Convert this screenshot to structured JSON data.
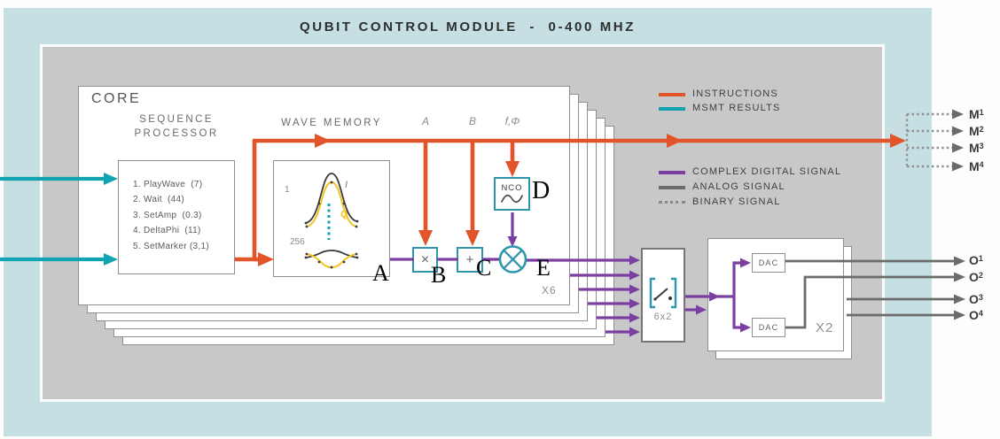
{
  "title": "QUBIT CONTROL MODULE  -  0-400 MHZ",
  "core": {
    "label": "CORE",
    "multiplicity": "X6",
    "sequence_processor": {
      "title": "SEQUENCE PROCESSOR",
      "instructions": [
        "1. PlayWave  (7)",
        "2. Wait  (44)",
        "3. SetAmp  (0.3)",
        "4. DeltaPhi  (11)",
        "5. SetMarker (3,1)"
      ]
    },
    "wave_memory": {
      "title": "WAVE MEMORY",
      "first_index": "1",
      "last_index": "256",
      "i_label": "I",
      "q_label": "Q"
    },
    "ports": {
      "a": "A",
      "b": "B",
      "f_phi": "f,Φ"
    },
    "blocks": {
      "multiply": "×",
      "add": "+",
      "nco": "NCO"
    },
    "annotations": {
      "a": "A",
      "b": "B",
      "c": "C",
      "d": "D",
      "e": "E"
    }
  },
  "switch_block": {
    "label": "6x2"
  },
  "dac_block": {
    "dac1": "DAC",
    "dac2": "DAC",
    "multiplicity": "X2"
  },
  "legend": {
    "items": [
      {
        "label": "INSTRUCTIONS",
        "color": "#E2552A",
        "style": "solid"
      },
      {
        "label": "MSMT RESULTS",
        "color": "#12A3B2",
        "style": "solid"
      },
      {
        "label": "COMPLEX DIGITAL SIGNAL",
        "color": "#7B3FA2",
        "style": "solid"
      },
      {
        "label": "ANALOG SIGNAL",
        "color": "#6B6B6B",
        "style": "solid"
      },
      {
        "label": "BINARY SIGNAL",
        "color": "#909090",
        "style": "dotted"
      }
    ]
  },
  "outputs": {
    "markers": [
      {
        "base": "M",
        "sup": "1"
      },
      {
        "base": "M",
        "sup": "2"
      },
      {
        "base": "M",
        "sup": "3"
      },
      {
        "base": "M",
        "sup": "4"
      }
    ],
    "analog": [
      {
        "base": "O",
        "sup": "1"
      },
      {
        "base": "O",
        "sup": "2"
      },
      {
        "base": "O",
        "sup": "3"
      },
      {
        "base": "O",
        "sup": "4"
      }
    ]
  },
  "colors": {
    "module_bg": "#C5DFE3",
    "panel_bg": "#C8C8C8",
    "instructions": "#E2552A",
    "msmt_results": "#12A3B2",
    "complex_digital": "#7B3FA2",
    "analog_signal": "#6B6B6B",
    "binary_signal": "#909090",
    "wave_i": "#3A3A3A",
    "wave_q": "#EFC51F",
    "block_border": "#2E96AC"
  }
}
